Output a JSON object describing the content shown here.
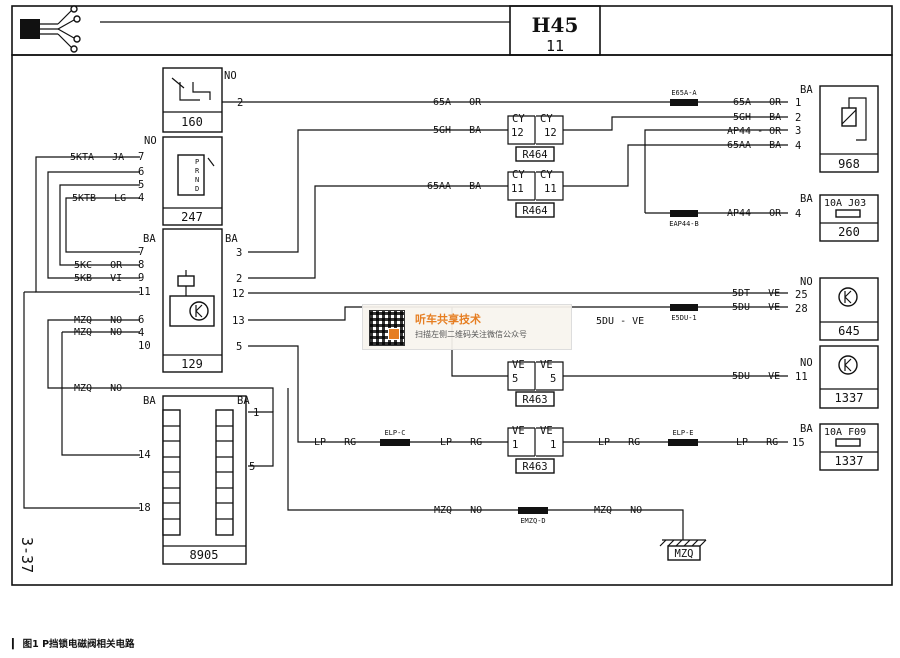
{
  "title_block": {
    "code": "H45",
    "sheet": "11"
  },
  "side_ref": "3-37",
  "caption": {
    "figure_no": "图1",
    "text": "P挡锁电磁阀相关电路"
  },
  "watermark": {
    "title": "听车共享技术",
    "subtitle": "扫描左侧二维码关注微信公众号"
  },
  "components": {
    "c160": {
      "id": "160",
      "pins": [
        "NO",
        "2"
      ]
    },
    "c247": {
      "id": "247",
      "pins": [
        "NO",
        "7",
        "6",
        "5",
        "4"
      ],
      "gear_letters": [
        "P",
        "R",
        "N",
        "D"
      ]
    },
    "c129": {
      "id": "129",
      "pins_left": [
        "BA",
        "7",
        "8",
        "9",
        "11",
        "6",
        "4",
        "10"
      ],
      "pins_right": [
        "BA",
        "3",
        "2",
        "12",
        "13",
        "5"
      ]
    },
    "c8905": {
      "id": "8905",
      "pins_left": [
        "BA",
        "14",
        "18"
      ],
      "pins_right": [
        "BA",
        "1",
        "5"
      ]
    },
    "c968": {
      "id": "968",
      "pins": [
        "BA",
        "1",
        "2",
        "3",
        "4"
      ]
    },
    "c260": {
      "id": "260",
      "pins": [
        "BA",
        "4"
      ],
      "fuse": [
        "10A",
        "J03"
      ]
    },
    "c645": {
      "id": "645",
      "pins": [
        "NO",
        "25",
        "28"
      ]
    },
    "c1337a": {
      "id": "1337",
      "pins": [
        "NO",
        "11"
      ]
    },
    "c1337b": {
      "id": "1337",
      "pins": [
        "BA",
        "15"
      ],
      "fuse": [
        "10A",
        "F09"
      ]
    },
    "mzq": {
      "id": "MZQ"
    }
  },
  "connectors": {
    "r464a": {
      "id": "R464",
      "left": [
        "CY",
        "12"
      ],
      "right": [
        "CY",
        "12"
      ]
    },
    "r464b": {
      "id": "R464",
      "left": [
        "CY",
        "11"
      ],
      "right": [
        "CY",
        "11"
      ]
    },
    "r463a": {
      "id": "R463",
      "left": [
        "VE",
        "5"
      ],
      "right": [
        "VE",
        "5"
      ]
    },
    "r463b": {
      "id": "R463",
      "left": [
        "VE",
        "1"
      ],
      "right": [
        "VE",
        "1"
      ]
    }
  },
  "splices": [
    "E65A-A",
    "EAP44-B",
    "E5DU-1",
    "ELP-C",
    "ELP-E",
    "EMZQ-D"
  ],
  "wires": [
    {
      "name": "5KTA",
      "color": "JA"
    },
    {
      "name": "5KTB",
      "color": "LG"
    },
    {
      "name": "5KC",
      "color": "OR"
    },
    {
      "name": "5KB",
      "color": "VI"
    },
    {
      "name": "MZQ",
      "color": "NO"
    },
    {
      "name": "65A",
      "color": "OR"
    },
    {
      "name": "5GH",
      "color": "BA"
    },
    {
      "name": "65AA",
      "color": "BA"
    },
    {
      "name": "AP44",
      "color": "OR"
    },
    {
      "name": "5DT",
      "color": "VE"
    },
    {
      "name": "5DU",
      "color": "VE"
    },
    {
      "name": "LP",
      "color": "RG"
    }
  ]
}
